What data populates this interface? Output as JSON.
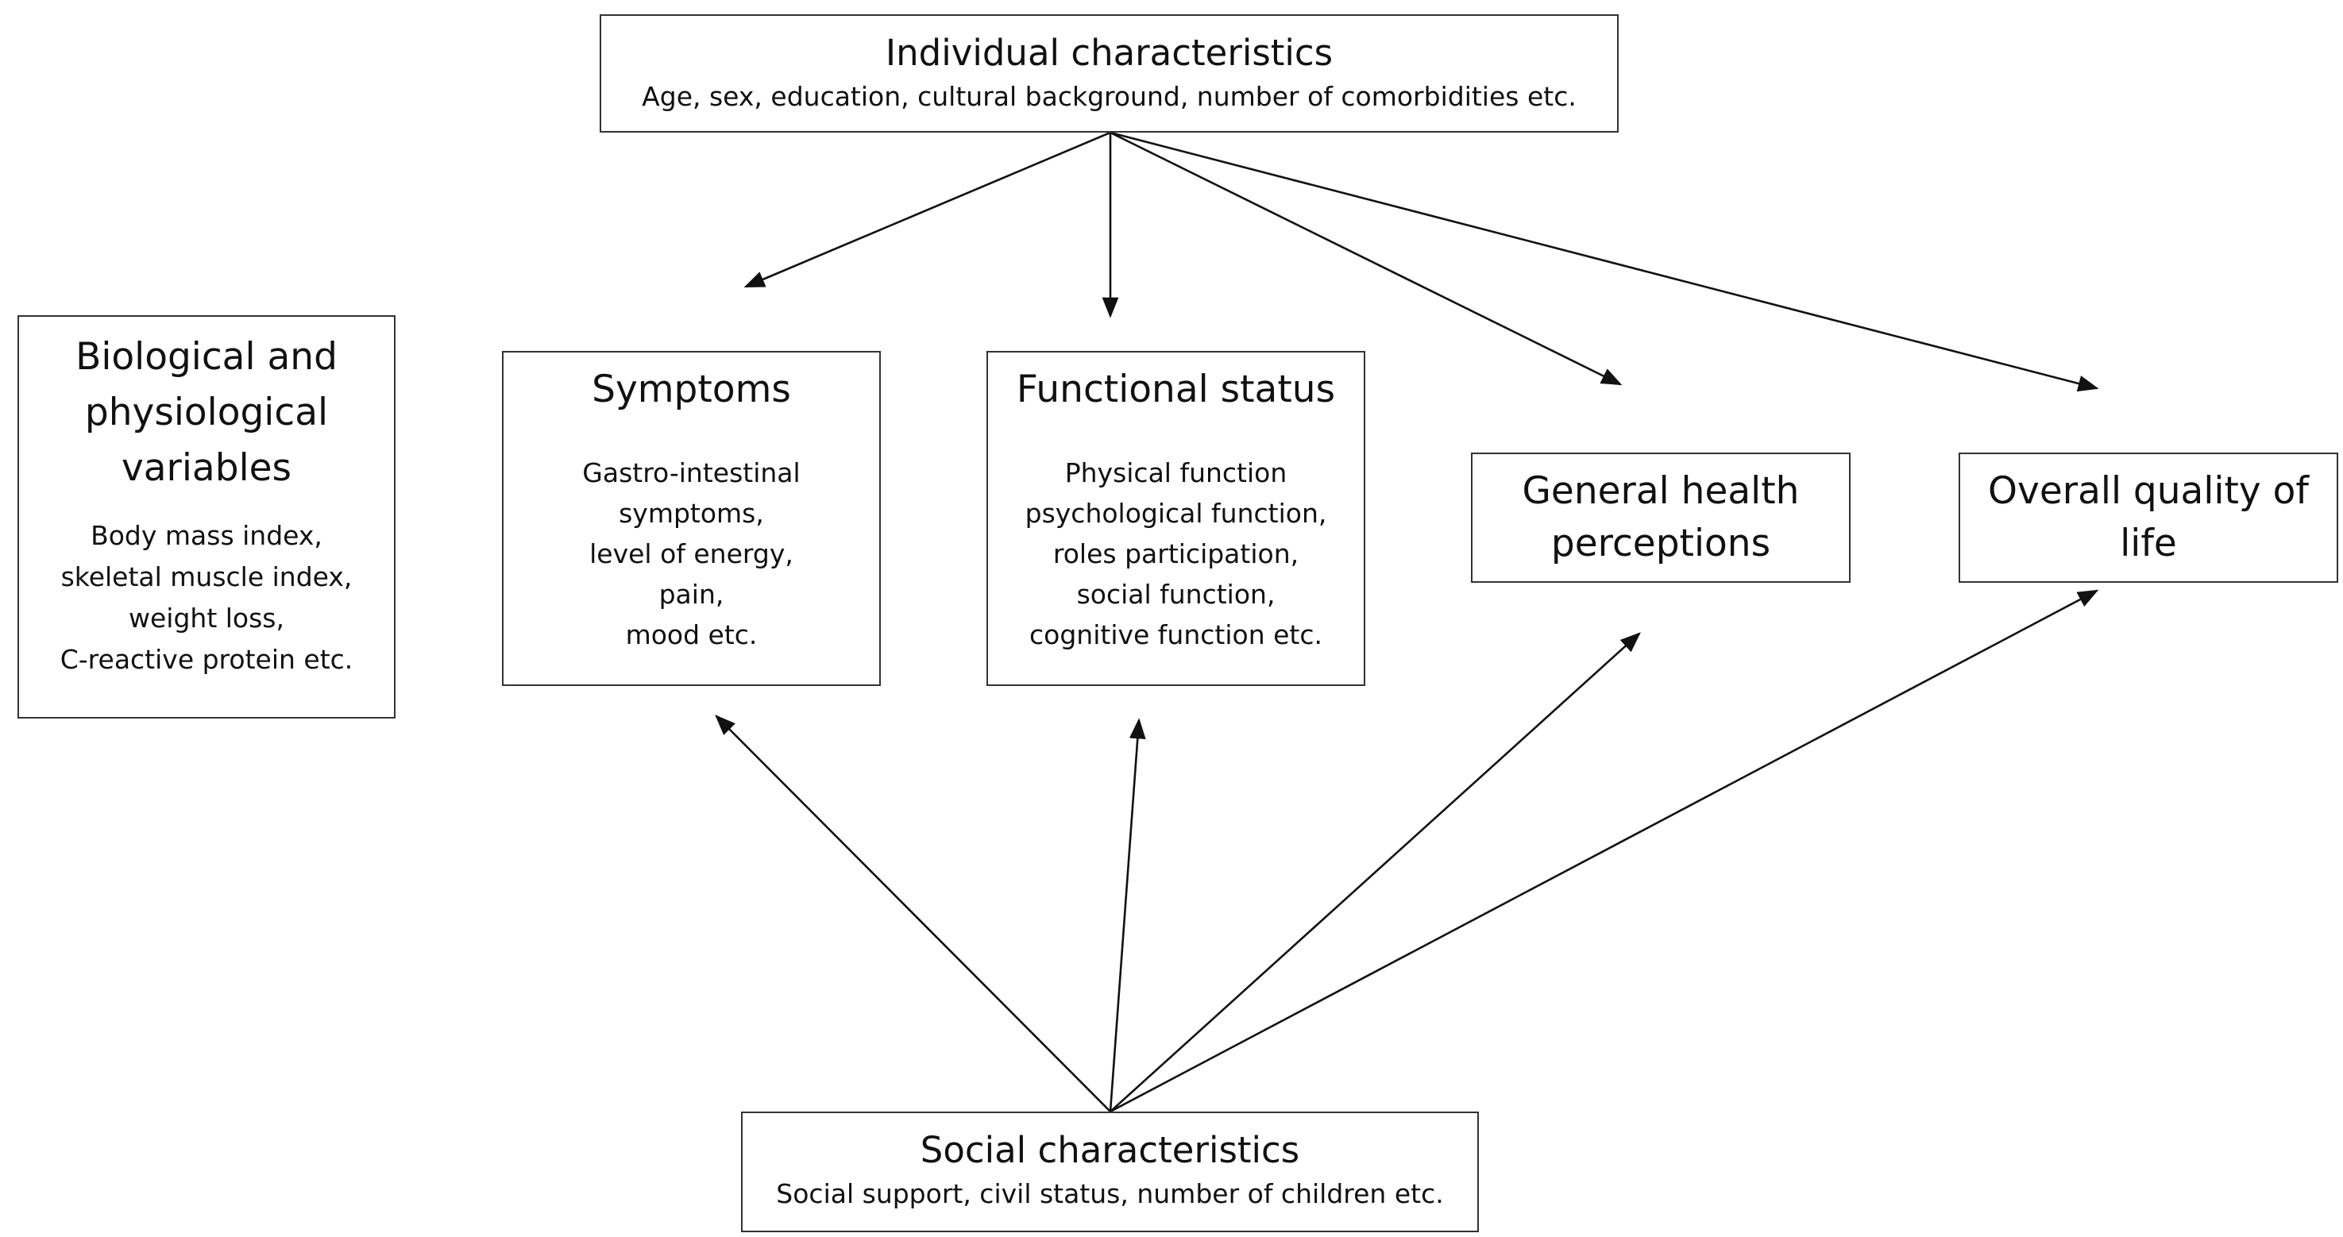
{
  "individual": {
    "title": "Individual characteristics",
    "subtitle": "Age, sex, education, cultural background, number of comorbidities etc."
  },
  "biological": {
    "title": "Biological and\nphysiological\nvariables",
    "details": "Body mass index,\nskeletal muscle index,\nweight loss,\nC-reactive protein etc."
  },
  "symptoms": {
    "title": "Symptoms",
    "details": "Gastro-intestinal\nsymptoms,\nlevel of energy,\npain,\nmood etc."
  },
  "functional": {
    "title": "Functional status",
    "details": "Physical function\npsychological function,\nroles participation,\nsocial function,\ncognitive function etc."
  },
  "general_health": {
    "title": "General health\nperceptions"
  },
  "overall_qol": {
    "title": "Overall quality of\nlife"
  },
  "social": {
    "title": "Social characteristics",
    "subtitle": "Social support, civil status, number of children etc."
  },
  "edges": [
    {
      "from": "individual",
      "to": "symptoms"
    },
    {
      "from": "individual",
      "to": "functional"
    },
    {
      "from": "individual",
      "to": "general_health"
    },
    {
      "from": "individual",
      "to": "overall_qol"
    },
    {
      "from": "social",
      "to": "symptoms"
    },
    {
      "from": "social",
      "to": "functional"
    },
    {
      "from": "social",
      "to": "general_health"
    },
    {
      "from": "social",
      "to": "overall_qol"
    }
  ],
  "colors": {
    "line": "#111111",
    "border": "#333333",
    "background": "#ffffff"
  }
}
